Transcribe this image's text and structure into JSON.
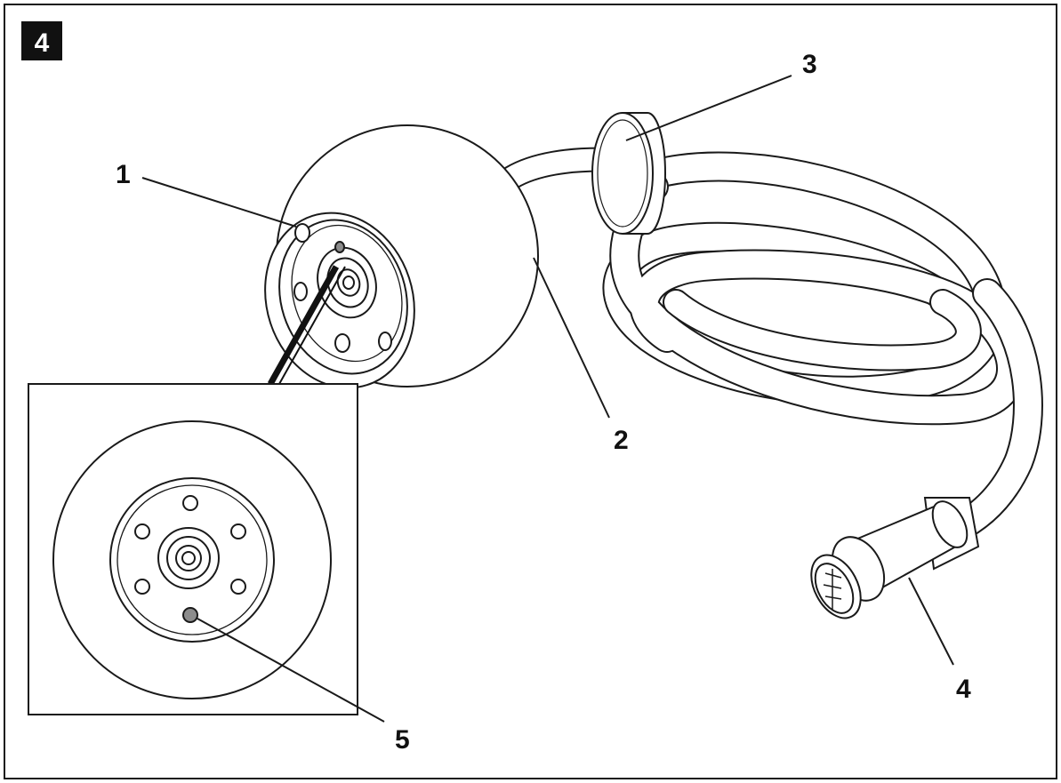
{
  "figure": {
    "number": "4"
  },
  "callouts": {
    "c1": "1",
    "c2": "2",
    "c3": "3",
    "c4": "4",
    "c5": "5"
  },
  "colors": {
    "line": "#1a1a1a",
    "background": "#ffffff",
    "badge": "#111111",
    "led": "#8c8c8c"
  }
}
